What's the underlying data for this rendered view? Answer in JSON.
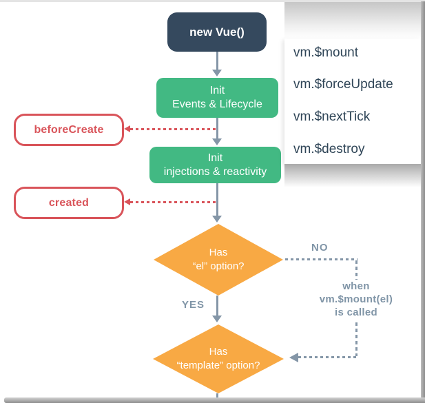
{
  "popup": {
    "items": [
      "vm.$mount",
      "vm.$forceUpdate",
      "vm.$nextTick",
      "vm.$destroy"
    ]
  },
  "flow": {
    "start": "new Vue()",
    "init_events": {
      "line1": "Init",
      "line2": "Events & Lifecycle"
    },
    "before_create": "beforeCreate",
    "init_injections": {
      "line1": "Init",
      "line2": "injections & reactivity"
    },
    "created": "created",
    "has_el": {
      "line1": "Has",
      "line2": "“el” option?"
    },
    "has_template": {
      "line1": "Has",
      "line2": "“template” option?"
    },
    "no_label": "NO",
    "yes_label": "YES",
    "when_note": {
      "line1": "when",
      "line2": "vm.$mount(el)",
      "line3": "is called"
    }
  },
  "colors": {
    "navy": "#35495e",
    "green": "#42b983",
    "orange": "#f8a944",
    "red": "#d9545a",
    "line_gray": "#8496a7",
    "label_gray": "#8095a7",
    "popup_text": "#2f4557",
    "edge_gray": "#8e8e8e"
  }
}
